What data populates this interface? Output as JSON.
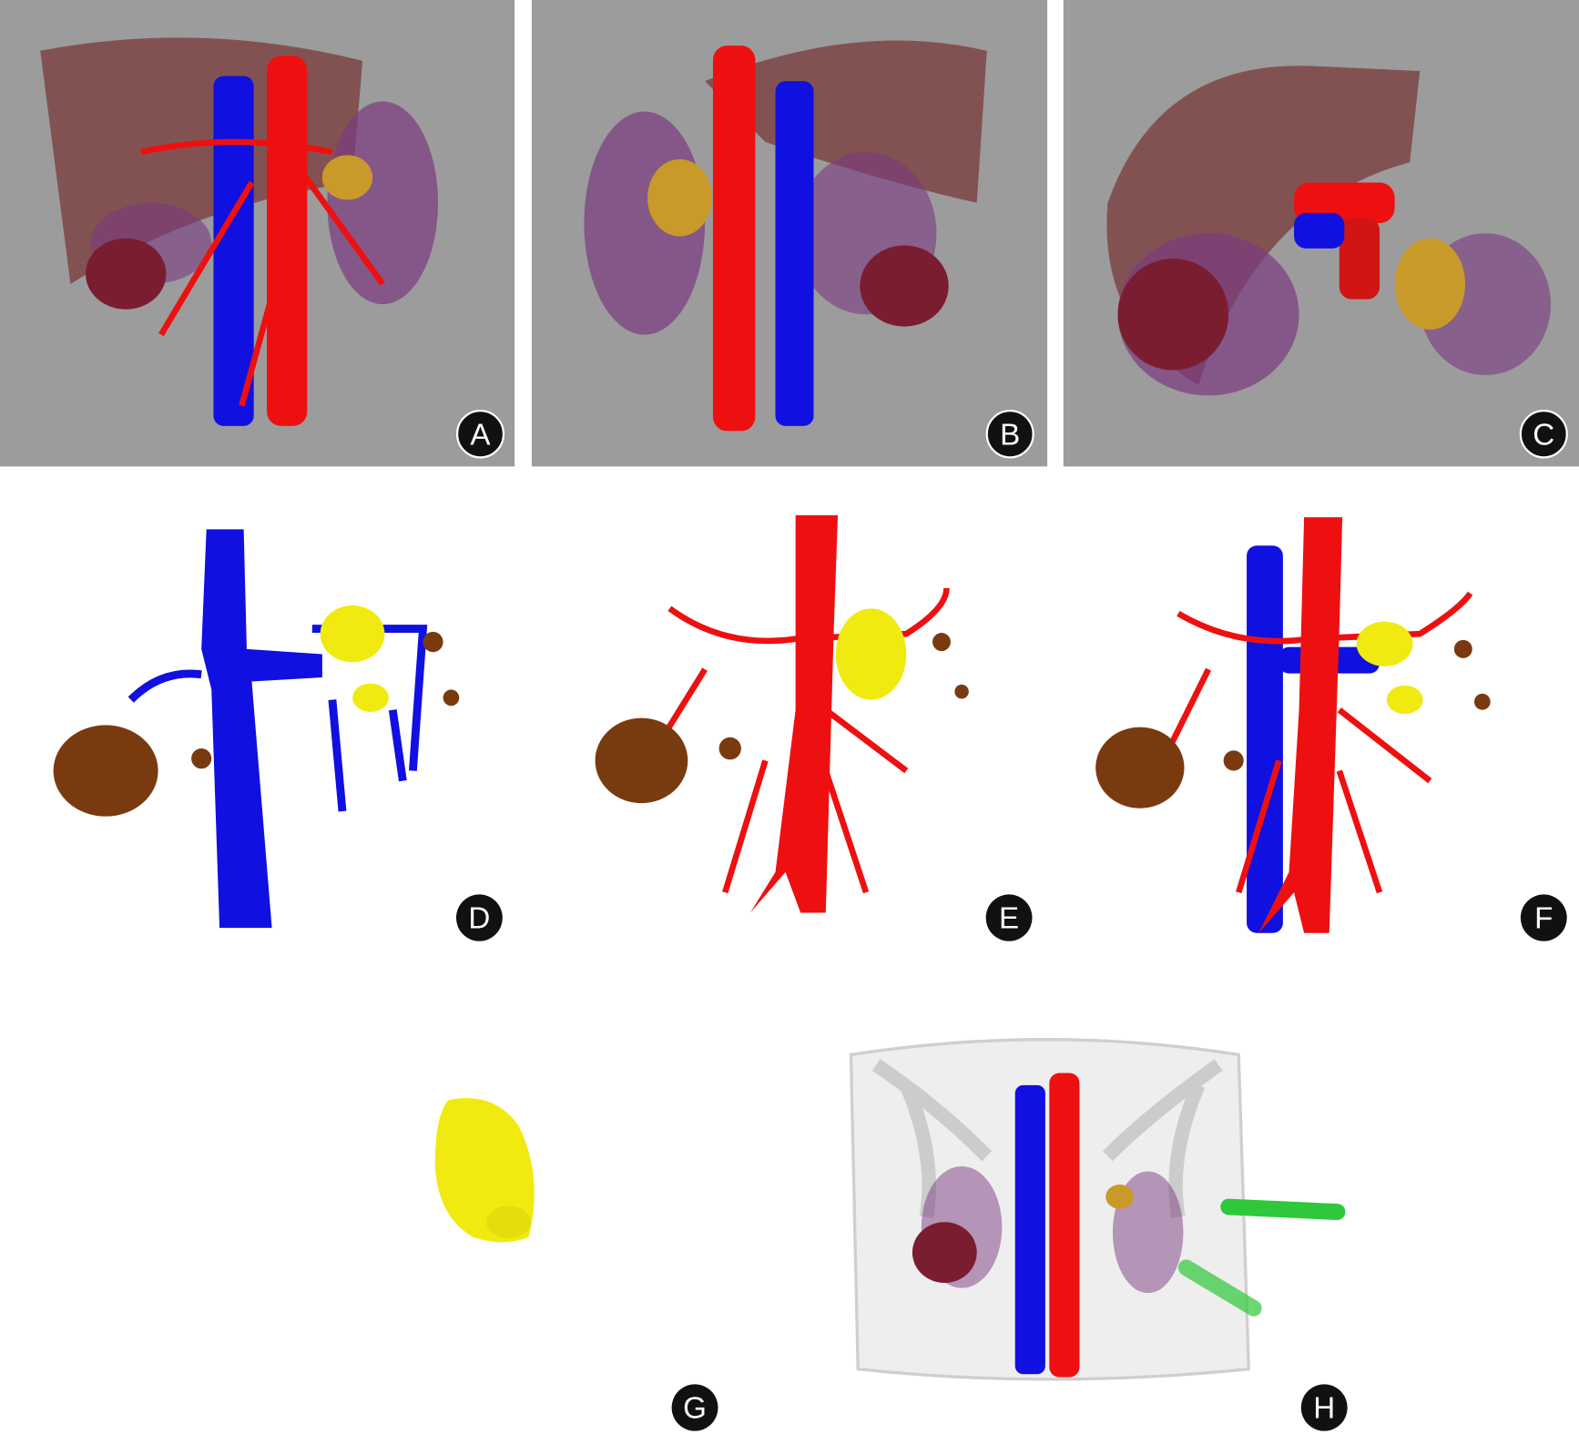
{
  "panels": [
    {
      "id": "A",
      "label": "A"
    },
    {
      "id": "B",
      "label": "B"
    },
    {
      "id": "C",
      "label": "C"
    },
    {
      "id": "D",
      "label": "D"
    },
    {
      "id": "E",
      "label": "E"
    },
    {
      "id": "F",
      "label": "F"
    },
    {
      "id": "G",
      "label": "G"
    },
    {
      "id": "H",
      "label": "H"
    }
  ],
  "colors": {
    "viewport_bg": "#9c9c9c",
    "liver": "#7a3a3a",
    "ivc": "#1010e0",
    "aorta": "#ee1010",
    "kidney": "#7a3a80",
    "tumor": "#f0ea10",
    "mass": "#7a3a10",
    "needle": "#2ec83a"
  }
}
